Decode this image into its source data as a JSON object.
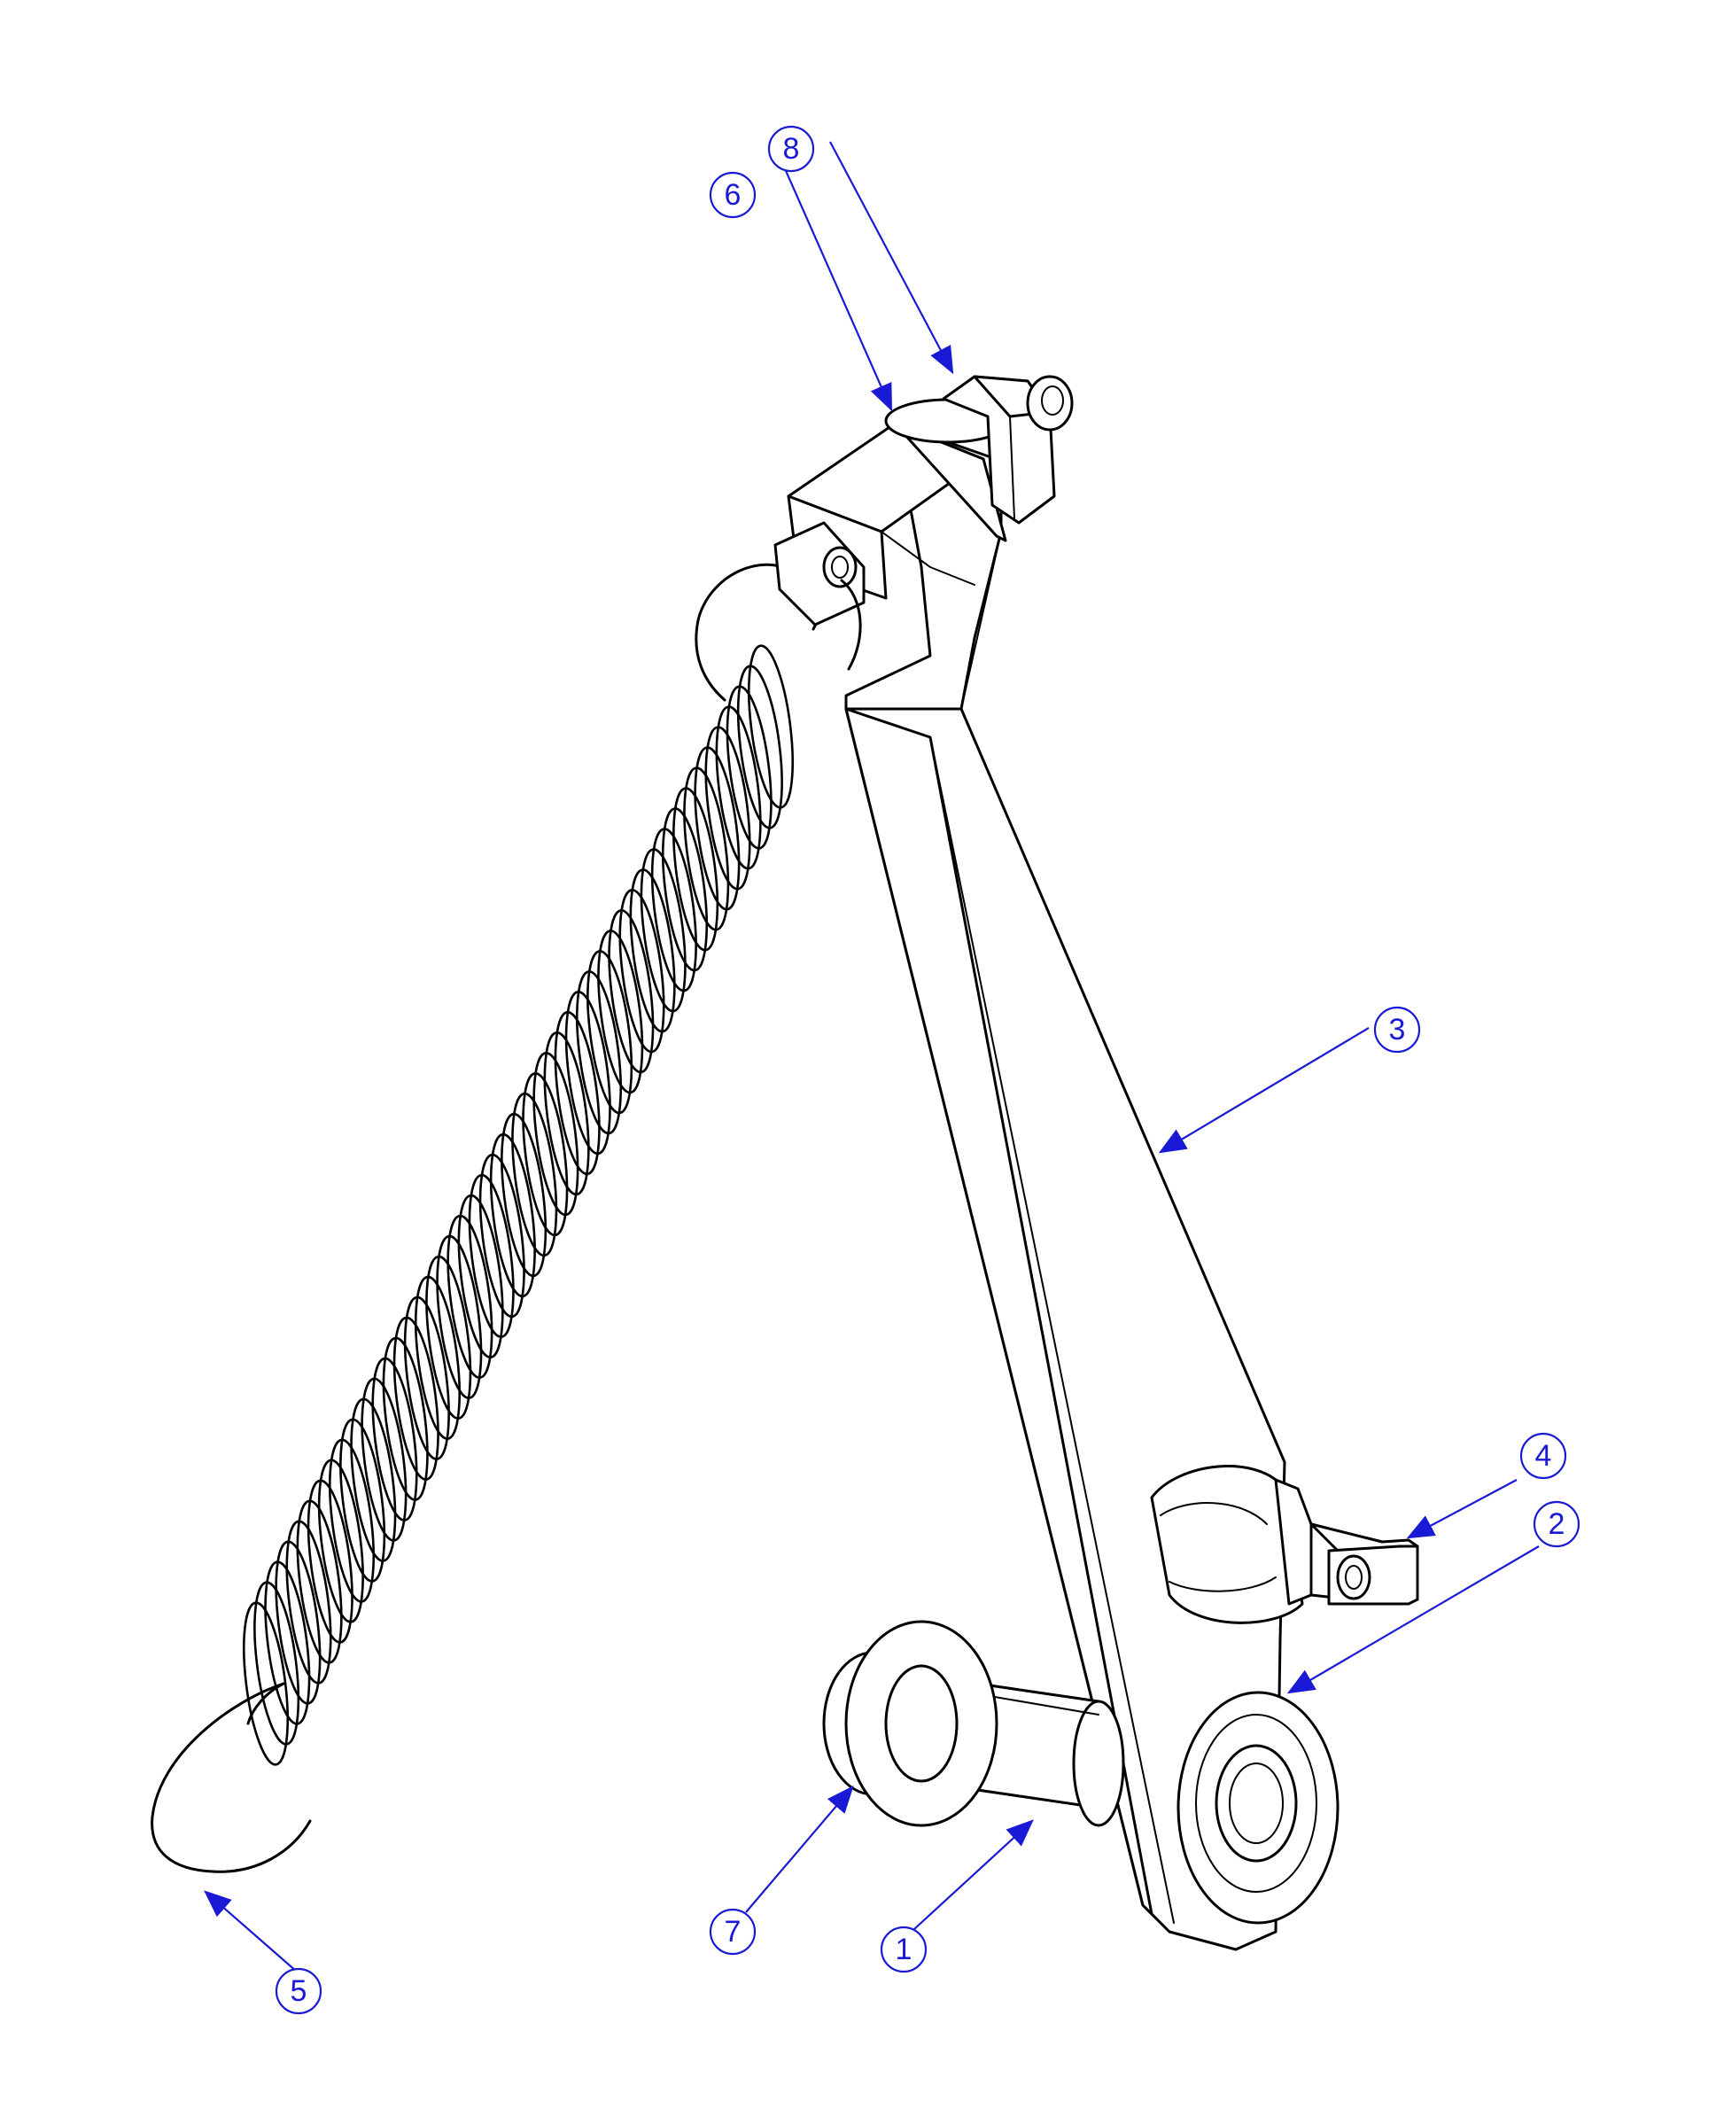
{
  "diagram": {
    "callouts": [
      {
        "id": "callout-1",
        "label": "1"
      },
      {
        "id": "callout-2",
        "label": "2"
      },
      {
        "id": "callout-3",
        "label": "3"
      },
      {
        "id": "callout-4",
        "label": "4"
      },
      {
        "id": "callout-5",
        "label": "5"
      },
      {
        "id": "callout-6",
        "label": "6"
      },
      {
        "id": "callout-7",
        "label": "7"
      },
      {
        "id": "callout-8",
        "label": "8"
      }
    ],
    "colors": {
      "line": "#000000",
      "callout": "#1a1ad6",
      "background": "#ffffff"
    }
  }
}
